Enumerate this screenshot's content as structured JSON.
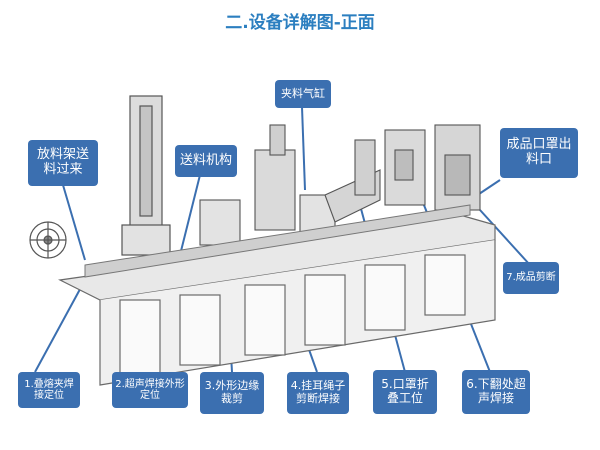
{
  "title": "二.设备详解图-正面",
  "callouts": {
    "feeder": "放料架送料过来",
    "feeding_mechanism": "送料机构",
    "clamp_cylinder": "夹料气缸",
    "output": "成品口罩出料口",
    "step1": "1.叠熔夹焊接定位",
    "step2": "2.超声焊接外形定位",
    "step3": "3.外形边缘裁剪",
    "step4": "4.挂耳绳子剪断焊接",
    "step5": "5.口罩折叠工位",
    "step6": "6.下翻处超声焊接",
    "step7": "7.成品剪断"
  },
  "colors": {
    "callout_bg": "#3b6fb0",
    "title": "#2c7fc0",
    "machine_line": "#6a6a6a"
  }
}
